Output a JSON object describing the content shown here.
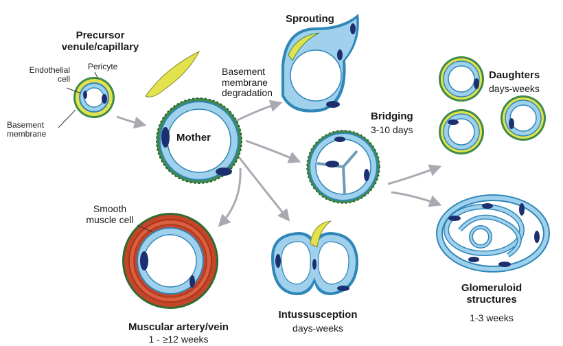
{
  "precursor": {
    "title": "Precursor\nvenule/capillary",
    "endothelial_label": "Endothelial\ncell",
    "pericyte_label": "Pericyte",
    "basement_label": "Basement\nmembrane"
  },
  "mother": {
    "title": "Mother",
    "basement_degradation_label": "Basement\nmembrane\ndegradation"
  },
  "sprouting": {
    "title": "Sprouting"
  },
  "bridging": {
    "title": "Bridging",
    "time": "3-10 days"
  },
  "daughters": {
    "title": "Daughters",
    "time": "days-weeks"
  },
  "glomeruloid": {
    "title": "Glomeruloid\nstructures",
    "time": "1-3 weeks"
  },
  "intussusception": {
    "title": "Intussusception",
    "time": "days-weeks"
  },
  "muscular": {
    "title": "Muscular artery/vein",
    "time": "1 - ≥12 weeks",
    "smooth_muscle_label": "Smooth\nmuscle cell"
  },
  "colors": {
    "endothelium": "#9fd0ec",
    "endothelium_dark": "#2f86b8",
    "nucleus": "#1c2f6e",
    "pericyte": "#e2e24c",
    "basement": "#3f8a4a",
    "smooth_muscle": "#c4452a",
    "arrow": "#a9a9b2"
  }
}
